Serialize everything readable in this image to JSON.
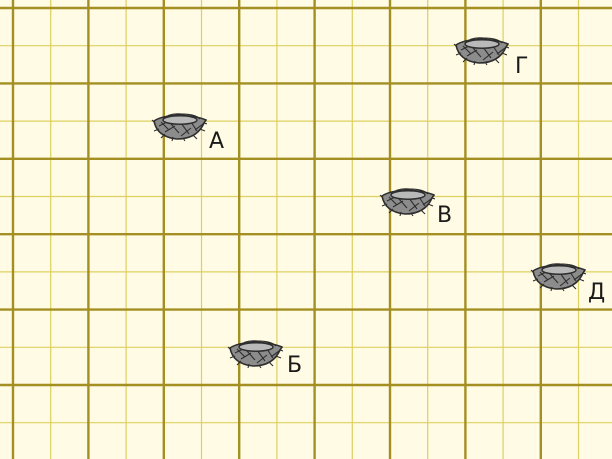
{
  "grid": {
    "background": "#fffbe4",
    "minor_line_color": "#ddd061",
    "major_line_color": "#a48f22"
  },
  "nest_style": {
    "fill": "#8c8c8c",
    "inner_fill": "#b9b9b9",
    "stroke": "#2e2e2e",
    "icon": "bird-nest-icon"
  },
  "nests": [
    {
      "id": "a",
      "label": "А"
    },
    {
      "id": "g",
      "label": "Г"
    },
    {
      "id": "v",
      "label": "В"
    },
    {
      "id": "d",
      "label": "Д"
    },
    {
      "id": "b",
      "label": "Б"
    }
  ]
}
